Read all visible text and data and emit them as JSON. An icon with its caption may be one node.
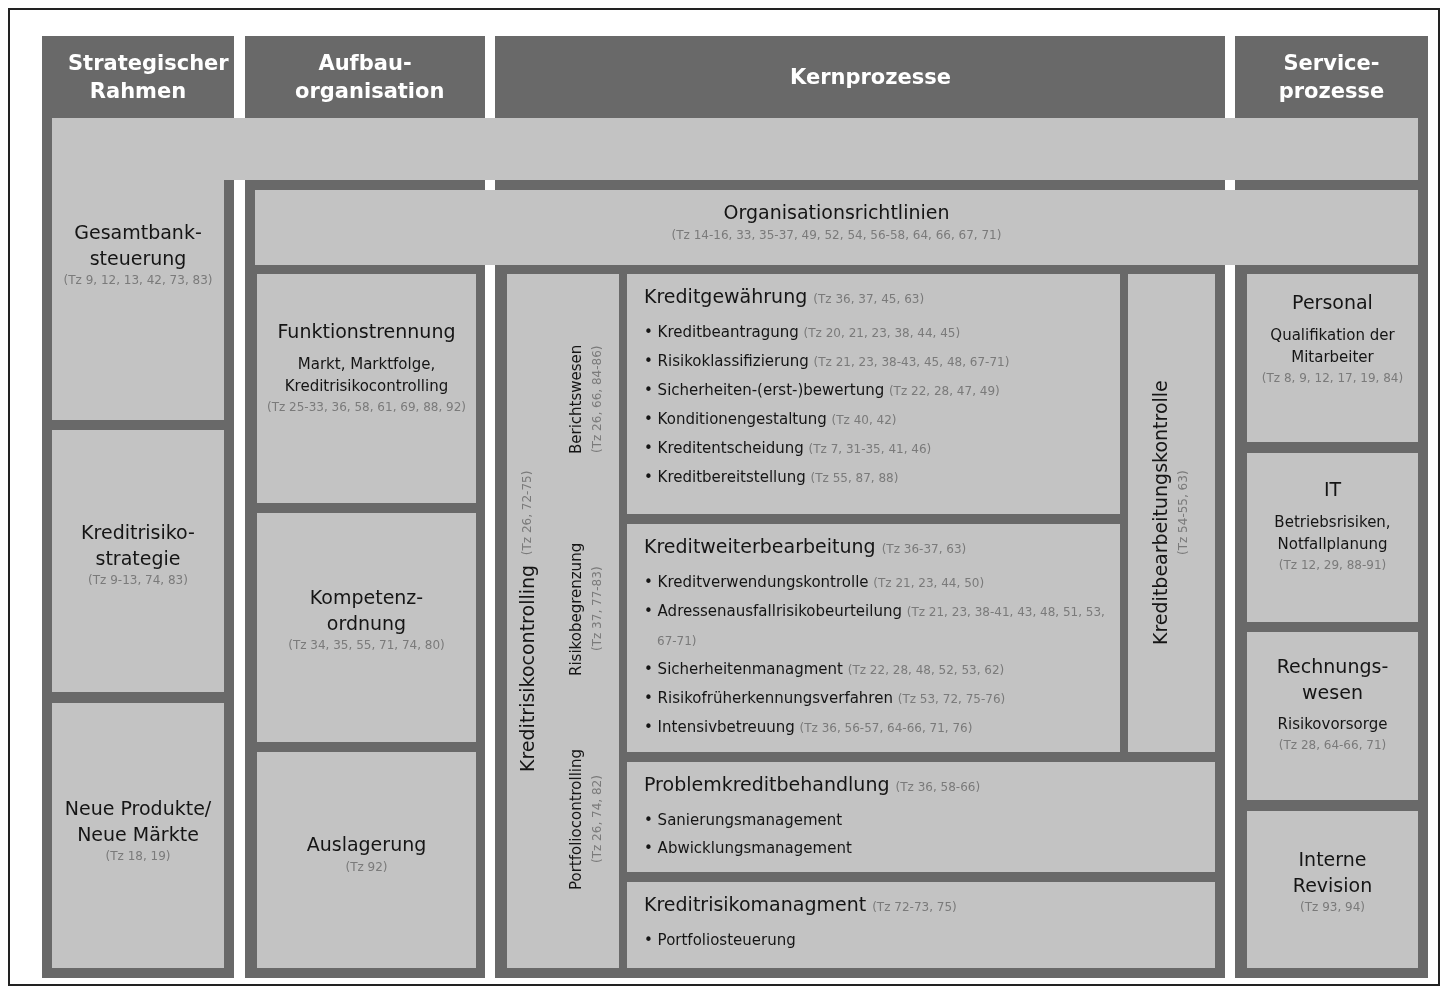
{
  "diagram": {
    "nodes": [
      {
        "text": [
          "Strategischer Rahmen"
        ]
      },
      {
        "text": [
          "Aufbau- organisation"
        ]
      },
      {
        "text": [
          "Kernprozesse"
        ]
      },
      {
        "text": [
          "Service- prozesse"
        ]
      },
      {
        "text": [],
        "shape": "bar"
      },
      {
        "text": [
          "Gesamtbank- steuerung",
          "(Tz 9, 12, 13, 42, 73, 83)"
        ],
        "in": 0
      },
      {
        "text": [
          "Kreditrisiko- strategie",
          "(Tz 9-13, 74, 83)"
        ],
        "in": 0
      },
      {
        "text": [
          "Neue Produkte/ Neue Märkte",
          "(Tz 18, 19)"
        ],
        "in": 0
      },
      {
        "text": [
          "Organisationsrichtlinien",
          "(Tz 14-16, 33, 35-37, 49, 52, 54, 56-58, 64, 66, 67, 71)"
        ]
      },
      {
        "text": [
          "Funktionstrennung",
          "Markt, Marktfolge, Kreditrisikocontrolling",
          "(Tz 25-33, 36, 58, 61, 69, 88, 92)"
        ],
        "in": 1
      },
      {
        "text": [
          "Kompetenz- ordnung",
          "(Tz 34, 35, 55, 71, 74, 80)"
        ],
        "in": 1
      },
      {
        "text": [
          "Auslagerung",
          "(Tz 92)"
        ],
        "in": 1
      },
      {
        "text": [
          "Kreditrisikocontrolling",
          "(Tz 26, 72-75)",
          "Berichtswesen",
          "(Tz 26, 66, 84-86)",
          "Risikobegrenzung",
          "(Tz 37, 77-83)",
          "Portfoliocontrolling",
          "(Tz 26, 74, 82)"
        ],
        "in": 2
      },
      {
        "text": [
          "Kreditgewährung (Tz 36, 37, 45, 63)",
          "• Kreditbeantragung (Tz 20, 21, 23, 38, 44, 45)",
          "• Risikoklassifizierung (Tz 21, 23, 38-43, 45, 48, 67-71)",
          "• Sicherheiten-(erst-)bewertung (Tz 22, 28, 47, 49)",
          "• Konditionengestaltung (Tz 40, 42)",
          "• Kreditentscheidung (Tz 7, 31-35, 41, 46)",
          "• Kreditbereitstellung (Tz 55, 87, 88)"
        ],
        "in": 2
      },
      {
        "text": [
          "Kreditweiterbearbeitung (Tz 36-37, 63)",
          "• Kreditverwendungskontrolle (Tz 21, 23, 44, 50)",
          "• Adressenausfallrisikobeurteilung (Tz 21, 23, 38-41, 43, 48, 51, 53, 67-71)",
          "• Sicherheitenmanagment (Tz 22, 28, 48, 52, 53, 62)",
          "• Risikofrüherkennungsverfahren (Tz 53, 72, 75-76)",
          "• Intensivbetreuung (Tz 36, 56-57, 64-66, 71, 76)"
        ],
        "in": 2
      },
      {
        "text": [
          "Kreditbearbeitungskontrolle",
          "(Tz 54-55, 63)"
        ],
        "in": 2
      },
      {
        "text": [
          "Problemkreditbehandlung (Tz 36, 58-66)",
          "• Sanierungsmanagement",
          "• Abwicklungsmanagement"
        ],
        "in": 2
      },
      {
        "text": [
          "Kreditrisikomanagment (Tz 72-73, 75)",
          "• Portfoliosteuerung"
        ],
        "in": 2
      },
      {
        "text": [
          "Personal",
          "Qualifikation der Mitarbeiter",
          "(Tz 8, 9, 12, 17, 19, 84)"
        ],
        "in": 3
      },
      {
        "text": [
          "IT",
          "Betriebsrisiken, Notfallplanung",
          "(Tz 12, 29, 88-91)"
        ],
        "in": 3
      },
      {
        "text": [
          "Rechnungs- wesen",
          "Risikovorsorge",
          "(Tz 28, 64-66, 71)"
        ],
        "in": 3
      },
      {
        "text": [
          "Interne Revision",
          "(Tz 93, 94)"
        ],
        "in": 3
      }
    ],
    "edges": []
  }
}
